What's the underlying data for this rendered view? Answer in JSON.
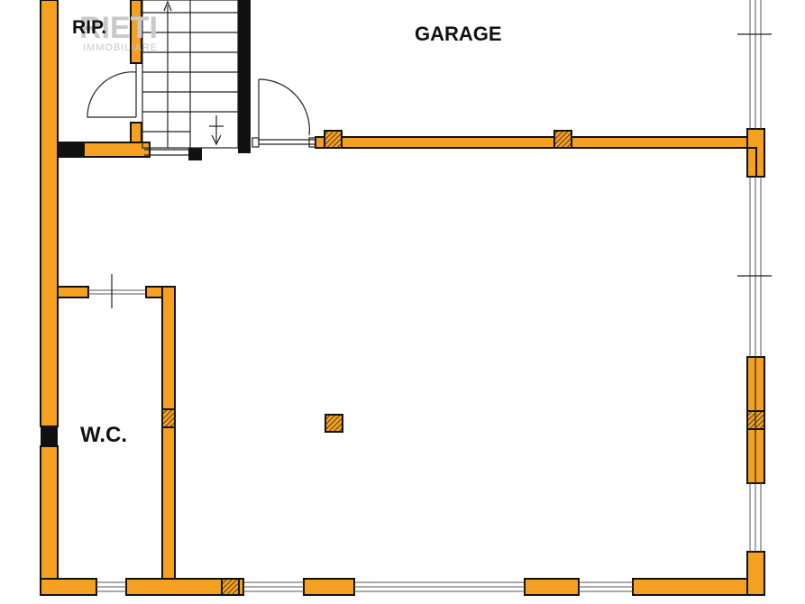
{
  "rooms": {
    "rip": "RIP.",
    "garage": "GARAGE",
    "wc": "W.C."
  },
  "watermark": {
    "brand": "RIETI",
    "sub": "IMMOBILIARE"
  },
  "colors": {
    "wall_fill": "#F5A020",
    "wall_stroke": "#111111",
    "background": "#FFFFFF",
    "dark_fill": "#111111",
    "watermark": "#C9C9C9"
  }
}
